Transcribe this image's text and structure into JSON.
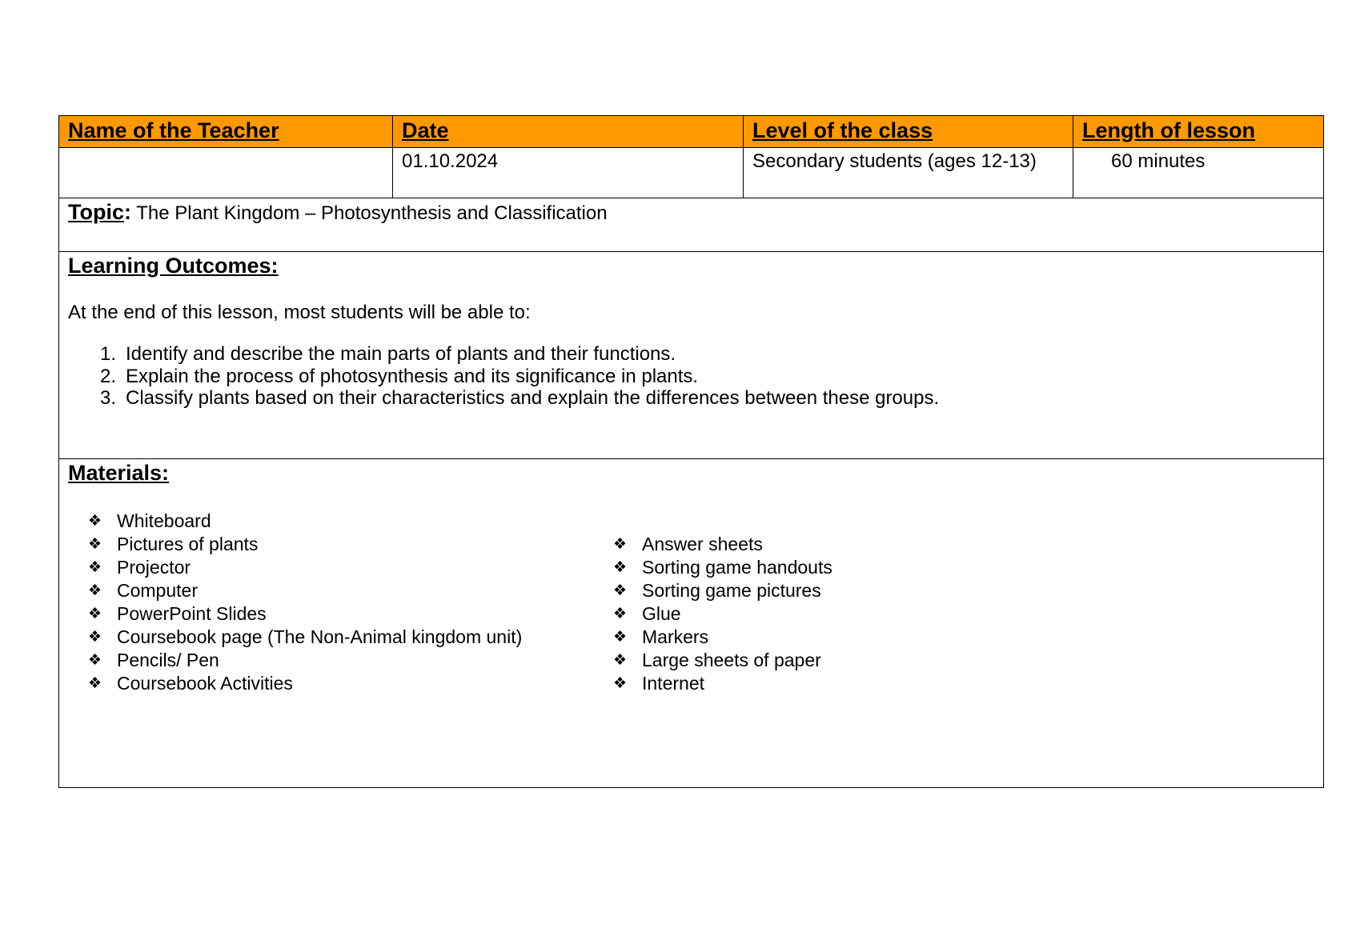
{
  "header": {
    "teacher_label": "Name of the Teacher",
    "date_label": "Date",
    "level_label": "Level of the class",
    "length_label": "Length of lesson"
  },
  "values": {
    "teacher": "",
    "date": "01.10.2024",
    "level": "Secondary students (ages 12-13)",
    "length": "60 minutes"
  },
  "topic": {
    "label": "Topic",
    "colon": ":",
    "text": " The Plant Kingdom – Photosynthesis and Classification"
  },
  "learning_outcomes": {
    "title": "Learning Outcomes:",
    "intro": "At the end of this lesson, most students will be able to:",
    "items": [
      {
        "num": "1.",
        "text": "Identify and describe the main parts of plants and their functions."
      },
      {
        "num": "2.",
        "text": "Explain the process of photosynthesis and its significance in plants."
      },
      {
        "num": "3.",
        "text": "Classify plants based on their characteristics and explain the differences between these groups."
      }
    ]
  },
  "materials": {
    "title": "Materials:",
    "bullet": "❖",
    "col1": [
      "Whiteboard",
      "Pictures of plants",
      "Projector",
      "Computer",
      "PowerPoint Slides",
      "Coursebook page (The Non-Animal kingdom unit)",
      "Pencils/ Pen",
      "Coursebook Activities"
    ],
    "col2": [
      "Answer sheets",
      "Sorting game handouts",
      "Sorting game pictures",
      "Glue",
      "Markers",
      "Large sheets of paper",
      "Internet"
    ]
  },
  "colors": {
    "header_bg": "#ff9900"
  }
}
